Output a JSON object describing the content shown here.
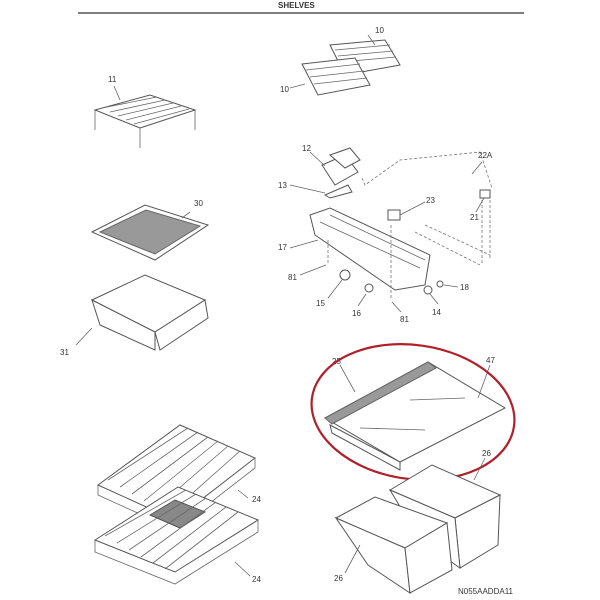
{
  "header": {
    "title": "SHELVES"
  },
  "parts": {
    "p10a": "10",
    "p10b": "10",
    "p11": "11",
    "p30": "30",
    "p31": "31",
    "p12": "12",
    "p13": "13",
    "p17": "17",
    "p81a": "81",
    "p15": "15",
    "p16": "16",
    "p81b": "81",
    "p14": "14",
    "p18": "18",
    "p23": "23",
    "p21": "21",
    "p22A": "22A",
    "p25": "25",
    "p47": "47",
    "p26a": "26",
    "p26b": "26",
    "p24a": "24",
    "p24b": "24"
  },
  "footer": {
    "diagram_code": "N055AADDA11"
  },
  "colors": {
    "highlight": "#b0202a"
  }
}
